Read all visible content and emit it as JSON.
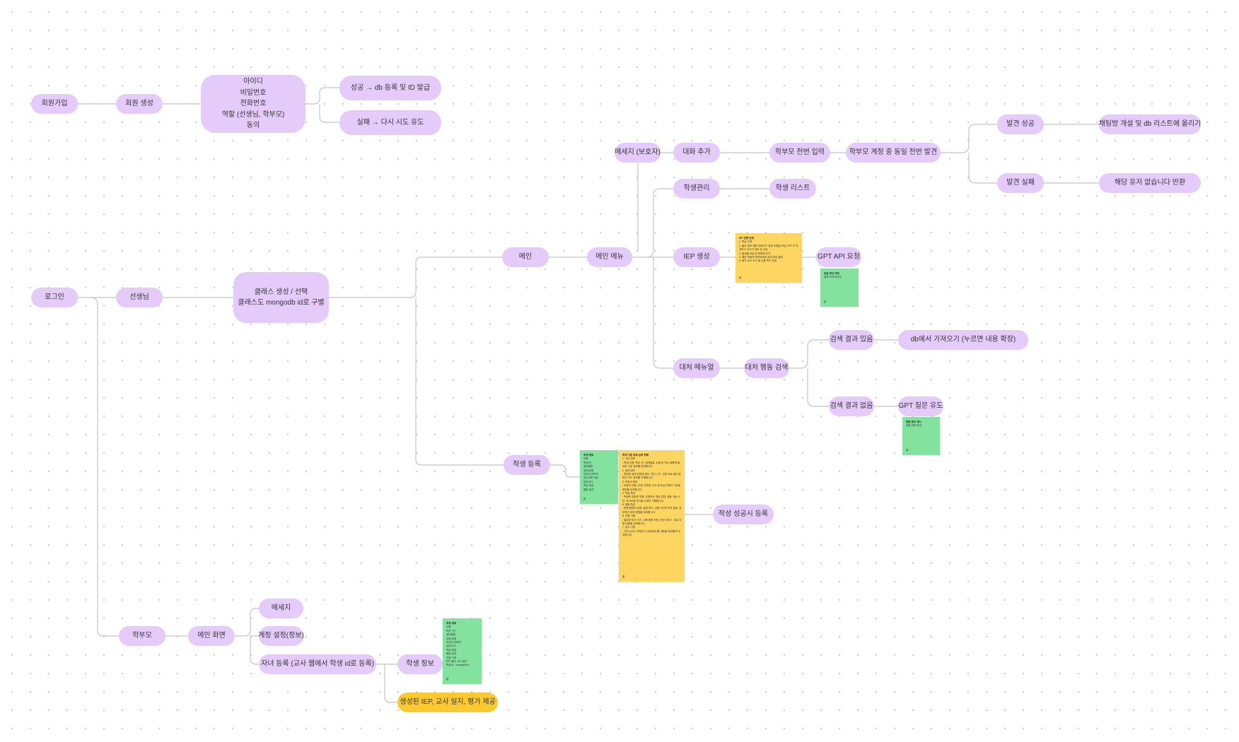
{
  "nodes": {
    "signup": "회원가입",
    "create_member": "회원 생성",
    "signup_fields": [
      "아이디",
      "비밀번호",
      "전화번호",
      "역할 (선생님, 학부모)",
      "동의"
    ],
    "signup_success": "성공 → db 등록 및 ID 발급",
    "signup_fail": "실패 → 다시 시도 유도",
    "login": "로그인",
    "teacher": "선생님",
    "class_create": [
      "클래스 생성 / 선택",
      "클래스도 mongodb id로 구별"
    ],
    "main": "메인",
    "main_menu": "메인 메뉴",
    "message_parent": "메세지 (보호자)",
    "add_chat": "대화 추가",
    "enter_parent_phone": "학부모 전번 입력",
    "find_same_phone": "학부모 계정 중 동일 전번 발견",
    "found_success": "발견 성공",
    "open_chat": "채팅방 개설 및 db 리스트에 올리기",
    "found_fail": "발견 실패",
    "no_user": "해당 유저 없습니다 반환",
    "student_manage": "학생관리",
    "student_list": "학생 리스트",
    "iep_create": "IEP 생성",
    "gpt_api": "GPT API 요청",
    "response_manual": "대처 메뉴얼",
    "response_search": "대처 행동 검색",
    "search_found": "검색 결과 있음",
    "db_fetch": "db에서 가져오기 (누르면 내용 확장)",
    "search_none": "검색 결과 없음",
    "gpt_prompt": "GPT 질문 유도",
    "student_register": "작생 등록",
    "register_success": "작성 성공시 등록",
    "parent": "학부모",
    "main_screen": "메인 화면",
    "message": "메세지",
    "account_settings": "계정 설정(정보)",
    "child_register": "자녀 등록 (교사 웹에서 학생 id로 등록)",
    "student_info": "학생 정보",
    "generated_outputs": "생성된 IEP, 교사 일지, 평가 제공"
  },
  "stickies": {
    "iep_note": {
      "title": "IEP 진행 단계",
      "lines": [
        "1. 학습 단계",
        "2. 필요 정보 채운 뒤에 IEP 생성 요청을 보냄, GPT가 작성하고 교사가 검토 및 수정",
        "3. 결과물 저장 및 목록에 추가",
        "4. 해당 학생의 학부모에게 공개 여부 설정",
        "5. 평가 요소 추가 및 다음 학기 반영"
      ],
      "foot": "끝"
    },
    "gpt_response_note": {
      "title": "응답 형식 지정",
      "lines": [
        "결과 요약 텍스트"
      ],
      "foot": "끝"
    },
    "gpt_prompt_note": {
      "title": "질문 유도 예시",
      "lines": [
        "상황 입력 안내"
      ],
      "foot": "끝"
    },
    "student_fields_note": {
      "title": "학생 정보",
      "lines": [
        "이름",
        "학년/반",
        "생년월일",
        "장애 유형",
        "보호자 연락처",
        "특수교육 대상",
        "담당교사",
        "학습 특징",
        "행동 특성"
      ],
      "foot": "끝"
    },
    "student_form_note": {
      "title": "학생 기본 정보 입력 항목",
      "lines": [
        "1. 기본 정보",
        "- 학생 이름, 학년, 반, 생년월일, 성별 등 학교 생활에 필요한 기본 정보를 입력합니다.",
        "2. 장애 정보",
        "- 학생의 장애 유형과 정도, 진단 시기, 관련 의료 정보 및 복지 카드 정보를 기록합니다.",
        "3. 보호자 정보",
        "- 보호자 이름, 관계, 연락처, 주소 등 비상 연락이 가능한 정보를 입력합니다.",
        "4. 학습 특성",
        "- 학생의 강점과 약점, 선호하는 학습 방법, 집중 가능 시간, 의사소통 방식을 자세히 기록합니다.",
        "5. 행동 특성",
        "- 문제 행동의 유형, 발생 빈도, 선행 사건과 후속 결과, 효과적인 대처 방법을 정리합니다.",
        "6. 지원 사항",
        "- 필요한 보조 기기, 교육 환경 조정, 관련 서비스, 치료 지원 내용을 입력합니다.",
        "7. 참고 사항",
        "- 기타 교사나 보호자가 공유해야 할 내용을 자유롭게 작성합니다."
      ],
      "foot": "끝"
    },
    "student_info_note": {
      "title": "학생 정보",
      "lines": [
        "이름",
        "학년 / 반",
        "생년월일",
        "장애 유형",
        "보호자 연락처",
        "담당교사",
        "학습 특징",
        "행동 특성",
        "진행 기록",
        "",
        "IEP 결과, 교사 일지",
        "학생 id - mongodb id"
      ],
      "foot": "끝"
    }
  }
}
